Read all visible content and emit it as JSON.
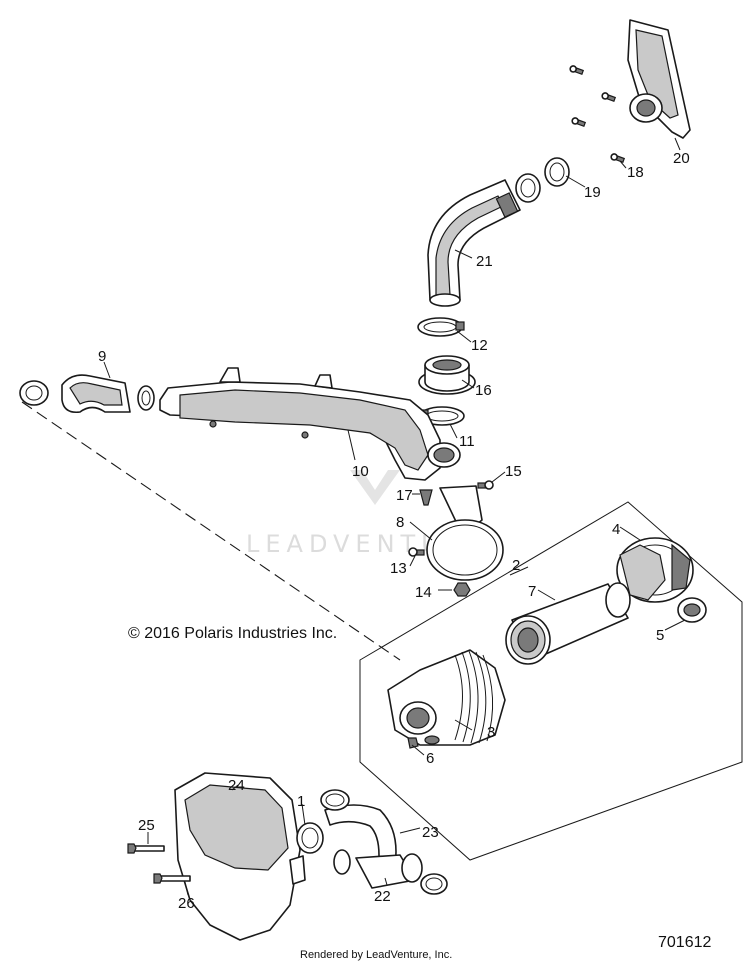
{
  "copyright": "© 2016 Polaris Industries Inc.",
  "footer": "Rendered by LeadVenture, Inc.",
  "diagram_number": "701612",
  "watermark": "LEADVENTURE",
  "callouts": [
    "1",
    "2",
    "3",
    "4",
    "5",
    "6",
    "7",
    "8",
    "9",
    "10",
    "11",
    "12",
    "13",
    "14",
    "15",
    "16",
    "17",
    "18",
    "19",
    "20",
    "21",
    "22",
    "23",
    "24",
    "25",
    "26"
  ]
}
